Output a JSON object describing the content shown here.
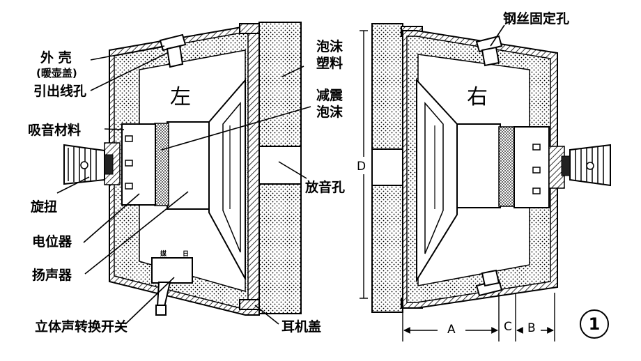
{
  "labels": {
    "outer_shell": "外  壳",
    "outer_shell_sub": "(暖壶盖)",
    "lead_hole": "引出线孔",
    "absorb_material": "吸音材料",
    "knob": "旋扭",
    "potentiometer": "电位器",
    "speaker": "扬声器",
    "stereo_switch": "立体声转换开关",
    "foam_plastic_1": "泡沫",
    "foam_plastic_2": "塑料",
    "damping_foam_1": "减震",
    "damping_foam_2": "泡沫",
    "sound_hole": "放音孔",
    "earphone_cover": "耳机盖",
    "wire_fix_hole": "钢丝固定孔",
    "left": "左",
    "right": "右",
    "dim_d": "D",
    "dim_a": "A",
    "dim_c": "C",
    "dim_b": "B",
    "figure_number": "1",
    "switch_tag_1": "媒",
    "switch_tag_2": "日"
  }
}
